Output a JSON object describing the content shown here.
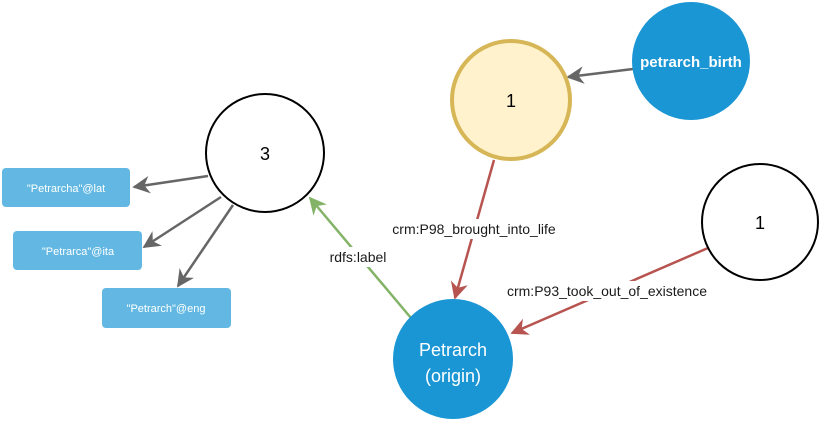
{
  "diagram": {
    "nodes": {
      "origin": {
        "line1": "Petrarch",
        "line2": "(origin)"
      },
      "birth": {
        "label": "petrarch_birth"
      },
      "birth_event": {
        "label": "1"
      },
      "death_event": {
        "label": "1"
      },
      "labels_node": {
        "label": "3"
      }
    },
    "literals": {
      "latin": "\"Petrarcha\"@lat",
      "italian": "\"Petrarca\"@ita",
      "english": "\"Petrarch\"@eng"
    },
    "edges": {
      "brought_into_life": "crm:P98_brought_into_life",
      "took_out_of_existence": "crm:P93_took_out_of_existence",
      "label": "rdfs:label"
    },
    "colors": {
      "blue_node": "#1a96d4",
      "yellow_fill": "#fff2cc",
      "yellow_stroke": "#d6b656",
      "literal_fill": "#62b8e2",
      "red_edge": "#b85450",
      "green_edge": "#82b366",
      "gray_edge": "#666666"
    }
  }
}
